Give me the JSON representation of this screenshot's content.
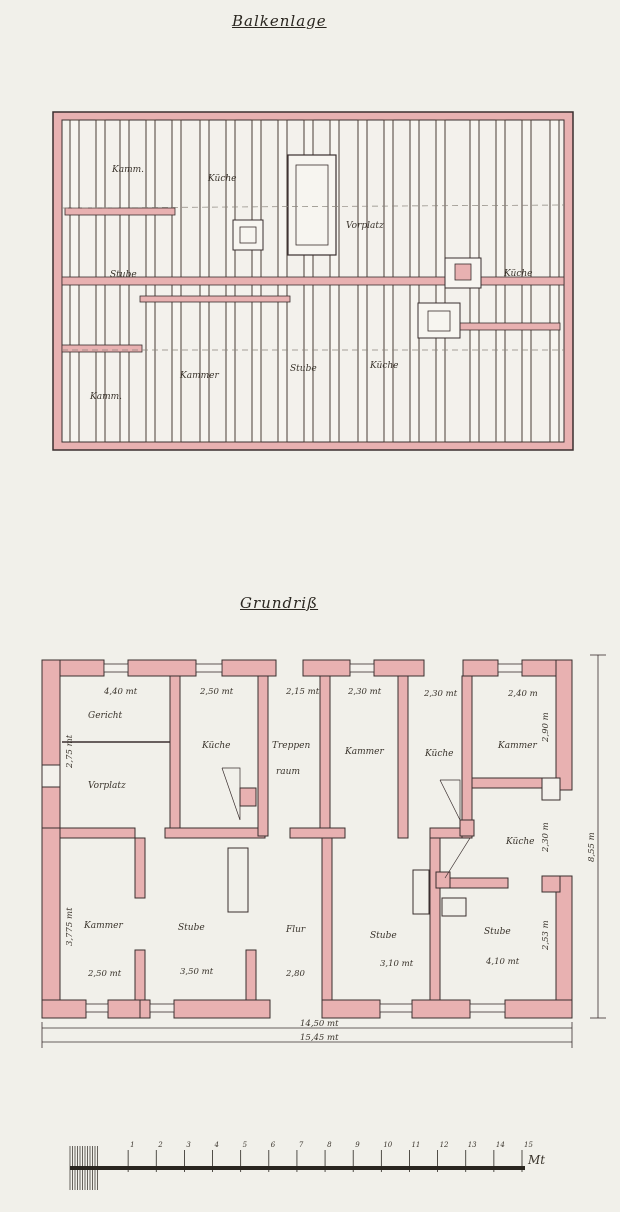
{
  "colors": {
    "paper": "#f1f0ea",
    "wall_fill": "#e8b1b1",
    "wall_line": "#3a2f2f",
    "ink": "#2a2620",
    "ink_light": "#8a857c"
  },
  "beam_plan": {
    "title": "Balkenlage",
    "labels": {
      "kammer_top_left": "Kamm.",
      "kuche_top": "Küche",
      "vorplatz": "Vorplatz",
      "stube_left": "Stube",
      "kuche_right": "Küche",
      "kammer_bottom_left": "Kamm.",
      "kammer_mid": "Kammer",
      "stube_mid": "Stube",
      "kuche_mid": "Küche"
    }
  },
  "floor_plan": {
    "title": "Grundriß",
    "rooms": {
      "gericht": "Gericht",
      "vorplatz": "Vorplatz",
      "kuche_1": "Küche",
      "treppen": "Treppen",
      "raum": "raum",
      "kammer_1": "Kammer",
      "kuche_2": "Küche",
      "kammer_2": "Kammer",
      "kuche_3": "Küche",
      "kammer_3": "Kammer",
      "stube_1": "Stube",
      "flur": "Flur",
      "stube_2": "Stube",
      "stube_3": "Stube"
    },
    "dimensions": {
      "d_top_1": "4,40 mt",
      "d_top_2": "2,50 mt",
      "d_top_3": "2,15 mt",
      "d_top_4": "2,30 mt",
      "d_top_5": "2,30 mt",
      "d_top_6": "2,40 m",
      "d_left_upper": "2,75 mt",
      "d_left_lower": "3,775 mt",
      "d_right_upper": "2,90 m",
      "d_right_mid": "2,30 m",
      "d_right_lower": "2,53 m",
      "d_bot_1": "2,50 mt",
      "d_bot_2": "3,50 mt",
      "d_bot_3": "2,80",
      "d_bot_4": "3,10 mt",
      "d_bot_5": "4,10 mt",
      "d_total_inner": "14,50 mt",
      "d_total_outer": "15,45 mt",
      "d_depth": "8,55 m"
    }
  },
  "scale_bar": {
    "ticks": [
      "1",
      "2",
      "3",
      "4",
      "5",
      "6",
      "7",
      "8",
      "9",
      "10",
      "11",
      "12",
      "13",
      "14",
      "15"
    ],
    "unit": "Mt"
  }
}
